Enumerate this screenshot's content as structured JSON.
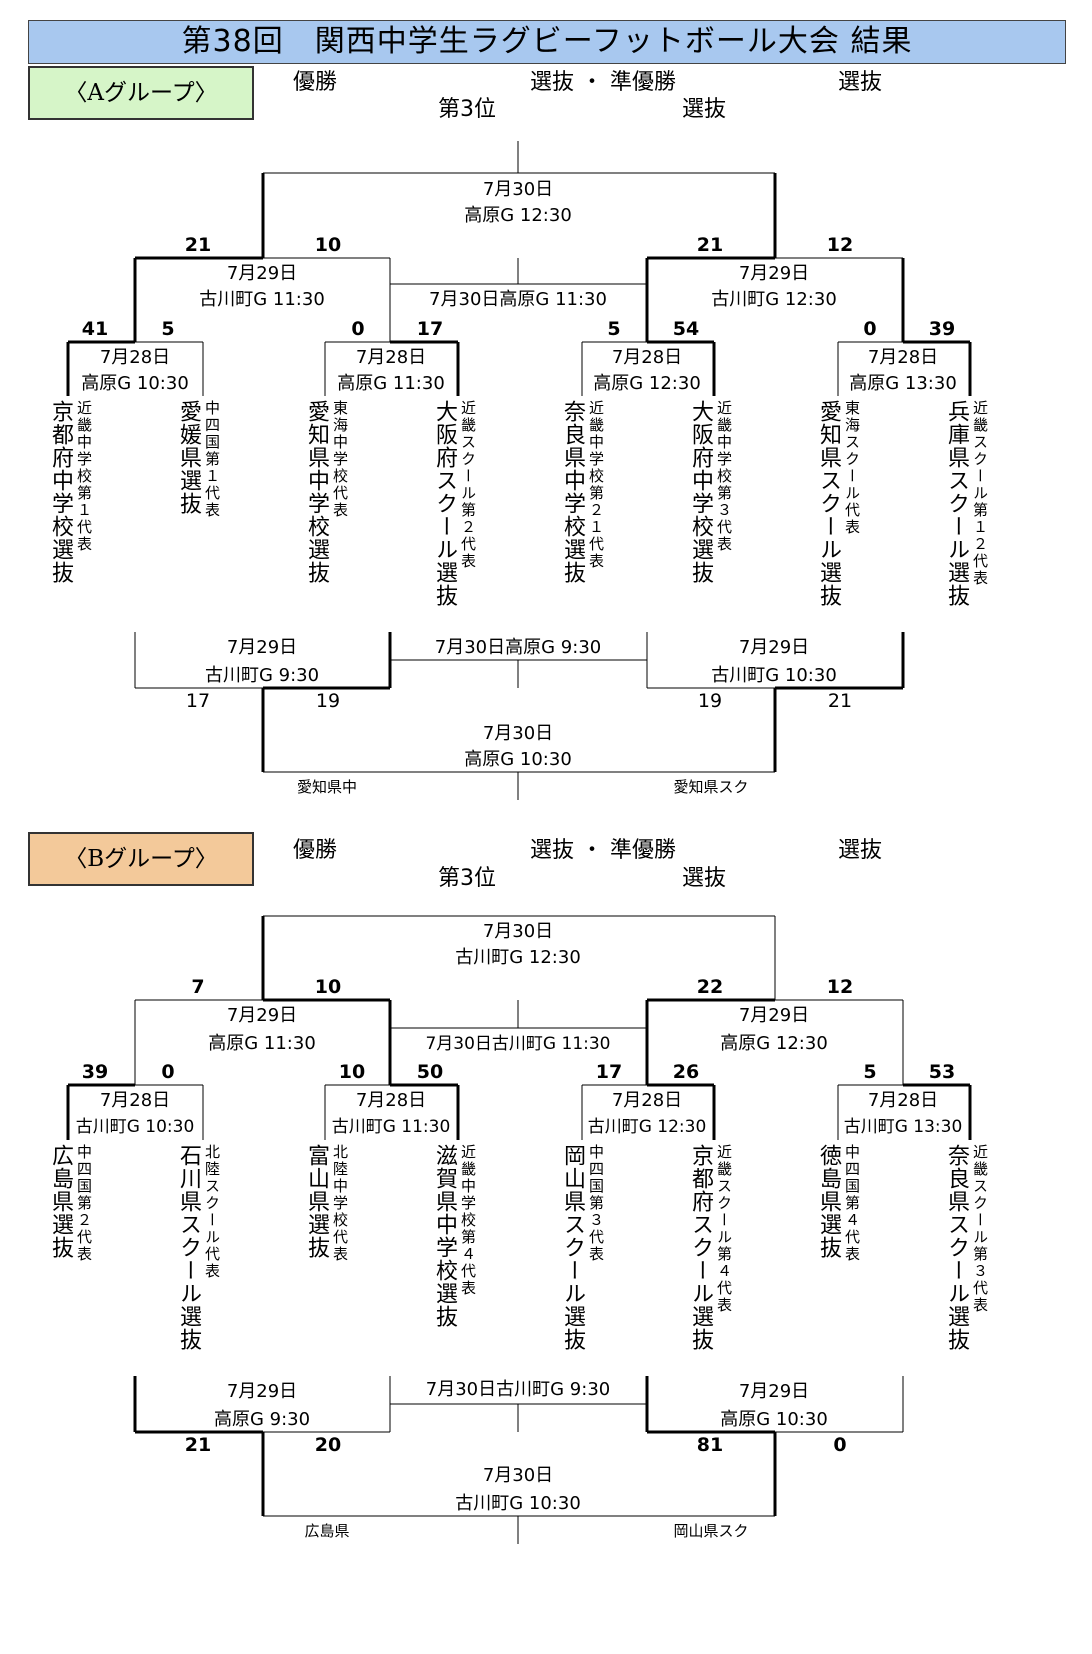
{
  "title": "第38回　関西中学生ラグビーフットボール大会 結果",
  "groups": [
    {
      "label": "〈Aグループ〉",
      "color": "#d6f5c8",
      "header": {
        "champion": "優勝",
        "runnerup": "選抜 ・ 準優勝",
        "champion_team": "選抜",
        "third": "第3位",
        "third_team": "選抜"
      },
      "final": {
        "date": "7月30日",
        "venue": "高原G 12:30"
      },
      "semis": [
        {
          "date": "7月29日",
          "venue": "古川町G 11:30",
          "score_l": "21",
          "score_r": "10"
        },
        {
          "date": "7月29日",
          "venue": "古川町G 12:30",
          "score_l": "21",
          "score_r": "12"
        }
      ],
      "center_match": "7月30日高原G 11:30",
      "qf": [
        {
          "date": "7月28日",
          "venue": "高原G 10:30",
          "score_l": "41",
          "score_r": "5"
        },
        {
          "date": "7月28日",
          "venue": "高原G 11:30",
          "score_l": "0",
          "score_r": "17"
        },
        {
          "date": "7月28日",
          "venue": "高原G 12:30",
          "score_l": "5",
          "score_r": "54"
        },
        {
          "date": "7月28日",
          "venue": "高原G 13:30",
          "score_l": "0",
          "score_r": "39"
        }
      ],
      "teams": [
        {
          "name": "京都府中学校選抜",
          "note": "近畿中学校第１代表"
        },
        {
          "name": "愛媛県選抜",
          "note": "中四国第１代表"
        },
        {
          "name": "愛知県中学校選抜",
          "note": "東海中学校代表"
        },
        {
          "name": "大阪府スクール選抜",
          "note": "近畿スクール第２代表"
        },
        {
          "name": "奈良県中学校選抜",
          "note": "近畿中学校第２１代表"
        },
        {
          "name": "大阪府中学校選抜",
          "note": "近畿中学校第３代表"
        },
        {
          "name": "愛知県スクール選抜",
          "note": "東海スクール代表"
        },
        {
          "name": "兵庫県スクール選抜",
          "note": "近畿スクール第１２代表"
        }
      ],
      "lower": [
        {
          "date": "7月29日",
          "venue": "古川町G 9:30"
        },
        {
          "date": "7月29日",
          "venue": "古川町G 10:30"
        }
      ],
      "lower_center": "7月30日高原G 9:30",
      "lower_scores": [
        "17",
        "19",
        "19",
        "21"
      ],
      "bottom": {
        "date": "7月30日",
        "venue": "高原G 10:30",
        "left": "愛知県中",
        "right": "愛知県スク"
      }
    },
    {
      "label": "〈Bグループ〉",
      "color": "#f3c99a",
      "header": {
        "champion": "優勝",
        "runnerup": "選抜 ・ 準優勝",
        "champion_team": "選抜",
        "third": "第3位",
        "third_team": "選抜"
      },
      "final": {
        "date": "7月30日",
        "venue": "古川町G 12:30"
      },
      "semis": [
        {
          "date": "7月29日",
          "venue": "高原G 11:30",
          "score_l": "7",
          "score_r": "10"
        },
        {
          "date": "7月29日",
          "venue": "高原G 12:30",
          "score_l": "22",
          "score_r": "12"
        }
      ],
      "center_match": "7月30日古川町G 11:30",
      "qf": [
        {
          "date": "7月28日",
          "venue": "古川町G 10:30",
          "score_l": "39",
          "score_r": "0"
        },
        {
          "date": "7月28日",
          "venue": "古川町G 11:30",
          "score_l": "10",
          "score_r": "50"
        },
        {
          "date": "7月28日",
          "venue": "古川町G 12:30",
          "score_l": "17",
          "score_r": "26"
        },
        {
          "date": "7月28日",
          "venue": "古川町G 13:30",
          "score_l": "5",
          "score_r": "53"
        }
      ],
      "teams": [
        {
          "name": "広島県選抜",
          "note": "中四国第２代表"
        },
        {
          "name": "石川県スクール選抜",
          "note": "北陸スクール代表"
        },
        {
          "name": "富山県選抜",
          "note": "北陸中学校代表"
        },
        {
          "name": "滋賀県中学校選抜",
          "note": "近畿中学校第４代表"
        },
        {
          "name": "岡山県スクール選抜",
          "note": "中四国第３代表"
        },
        {
          "name": "京都府スクール選抜",
          "note": "近畿スクール第４代表"
        },
        {
          "name": "徳島県選抜",
          "note": "中四国第４代表"
        },
        {
          "name": "奈良県スクール選抜",
          "note": "近畿スクール第３代表"
        }
      ],
      "lower": [
        {
          "date": "7月29日",
          "venue": "高原G 9:30"
        },
        {
          "date": "7月29日",
          "venue": "高原G 10:30"
        }
      ],
      "lower_center": "7月30日古川町G 9:30",
      "lower_scores": [
        "21",
        "20",
        "81",
        "0"
      ],
      "bottom": {
        "date": "7月30日",
        "venue": "古川町G 10:30",
        "left": "広島県",
        "right": "岡山県スク"
      }
    }
  ]
}
